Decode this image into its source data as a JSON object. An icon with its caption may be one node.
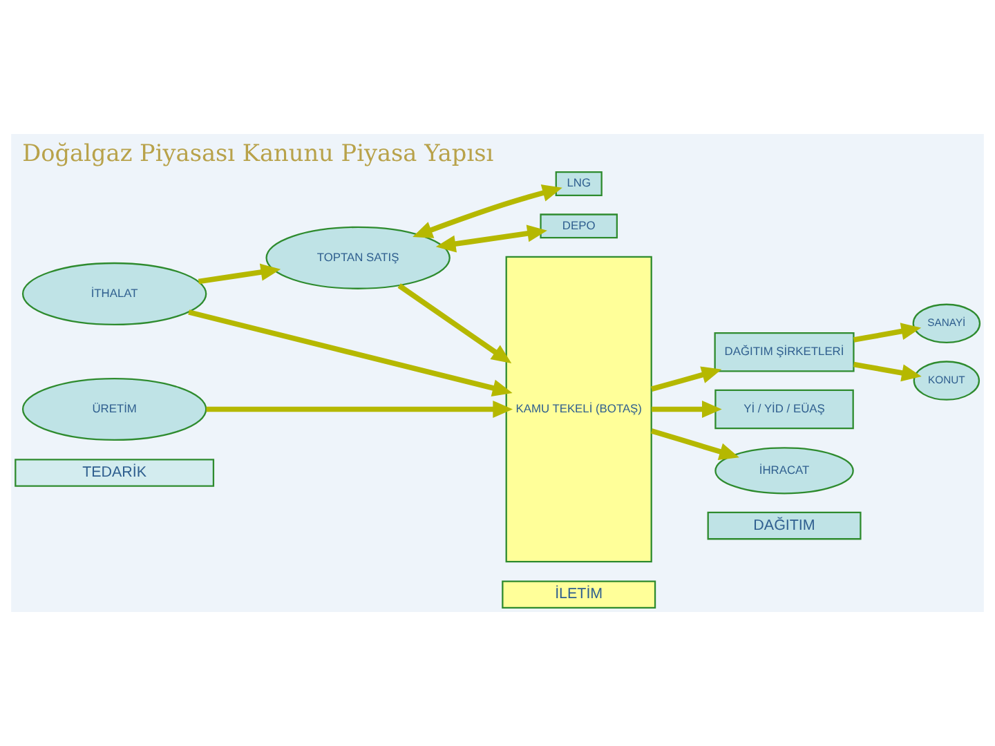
{
  "diagram": {
    "title": "Doğalgaz Piyasası Kanunu Piyasa Yapısı",
    "nodes": [
      {
        "text": [
          "TEDARİK"
        ]
      },
      {
        "text": [
          "İLETİM"
        ]
      },
      {
        "text": [
          "DAĞITIM"
        ]
      },
      {
        "text": [
          "SANAYİ"
        ]
      },
      {
        "text": [
          "İTHALAT"
        ]
      },
      {
        "text": [
          "KONUT"
        ]
      },
      {
        "text": [
          "DAĞITIM ŞİRKETLERİ"
        ]
      },
      {
        "text": [
          "ÜRETİM"
        ]
      },
      {
        "text": [
          "TOPTAN SATIŞ"
        ]
      },
      {
        "text": [
          "KAMU TEKELİ (BOTAŞ)"
        ]
      },
      {
        "text": [
          "Yİ / YİD / EÜAŞ"
        ]
      },
      {
        "text": [
          "DEPO"
        ]
      },
      {
        "text": [
          "LNG"
        ]
      },
      {
        "text": [
          "İHRACAT"
        ]
      }
    ],
    "edges": [
      {
        "from": 4,
        "to": 9,
        "arrow": "to"
      },
      {
        "from": 7,
        "to": 9,
        "arrow": "to"
      },
      {
        "from": 8,
        "to": 9,
        "arrow": "to"
      },
      {
        "from": 4,
        "to": 8,
        "arrow": "to"
      },
      {
        "from": 9,
        "to": 6,
        "arrow": "to"
      },
      {
        "from": 9,
        "to": 10,
        "arrow": "to"
      },
      {
        "from": 9,
        "to": 13,
        "arrow": "to"
      },
      {
        "from": 6,
        "to": 3,
        "arrow": "to"
      },
      {
        "from": 6,
        "to": 5,
        "arrow": "to"
      },
      {
        "from": 8,
        "to": 11,
        "arrow": "both"
      },
      {
        "from": 8,
        "to": 12,
        "arrow": "both"
      }
    ]
  }
}
